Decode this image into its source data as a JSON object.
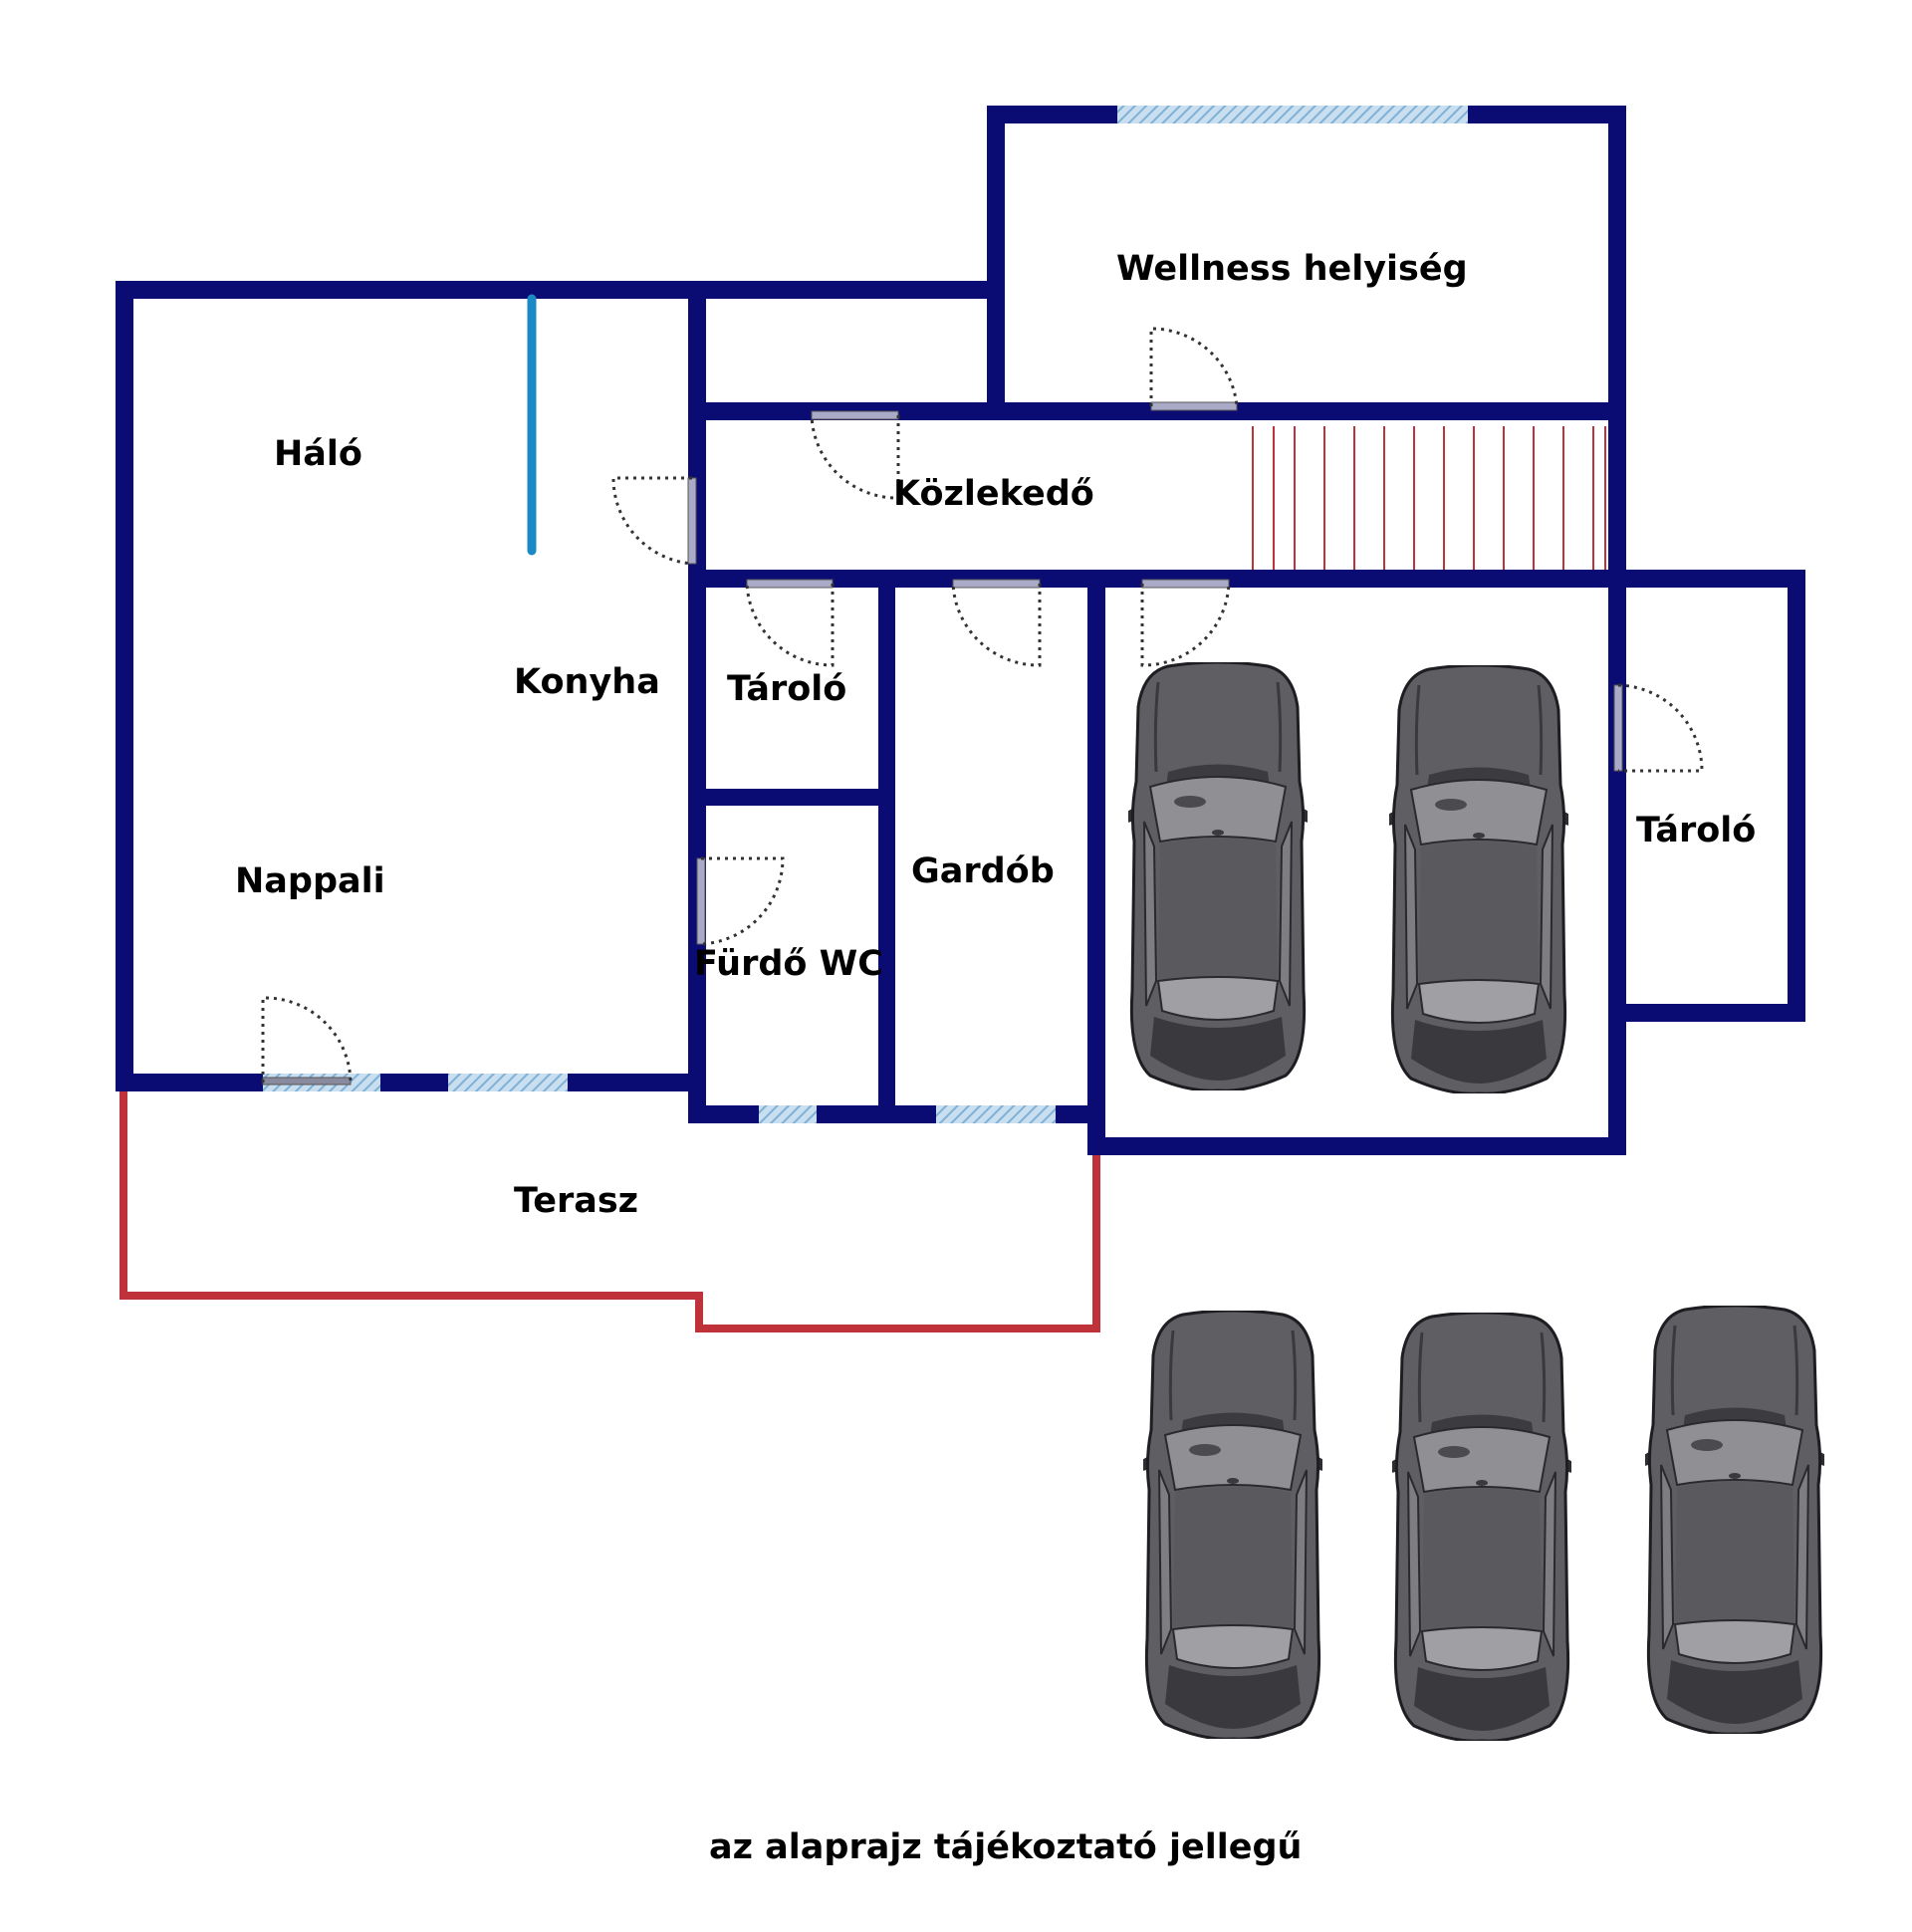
{
  "rooms": {
    "halo": "Háló",
    "konyha": "Konyha",
    "nappali": "Nappali",
    "kozlekedo": "Közlekedő",
    "wellness": "Wellness helyiség",
    "tarolo_1": "Tároló",
    "tarolo_2": "Tároló",
    "furdo": "Fürdő WC",
    "gardob": "Gardób",
    "terasz": "Terasz"
  },
  "note": "az alaprajz tájékoztató jellegű",
  "colors": {
    "wall": "#0b0b74",
    "terrace_outline": "#c0323a",
    "stairs": "#c0323a",
    "partition": "#1b8ac4",
    "window": "#9cc3e0",
    "door_leaf": "#a9a9c8",
    "car_body": "#5e5e62",
    "car_dark": "#3c3c40",
    "car_glass": "#8e8e92"
  },
  "icons": {
    "car": "car-top-view-icon",
    "door": "door-swing-icon",
    "window": "window-hatch-icon",
    "stairs": "stairs-icon"
  }
}
